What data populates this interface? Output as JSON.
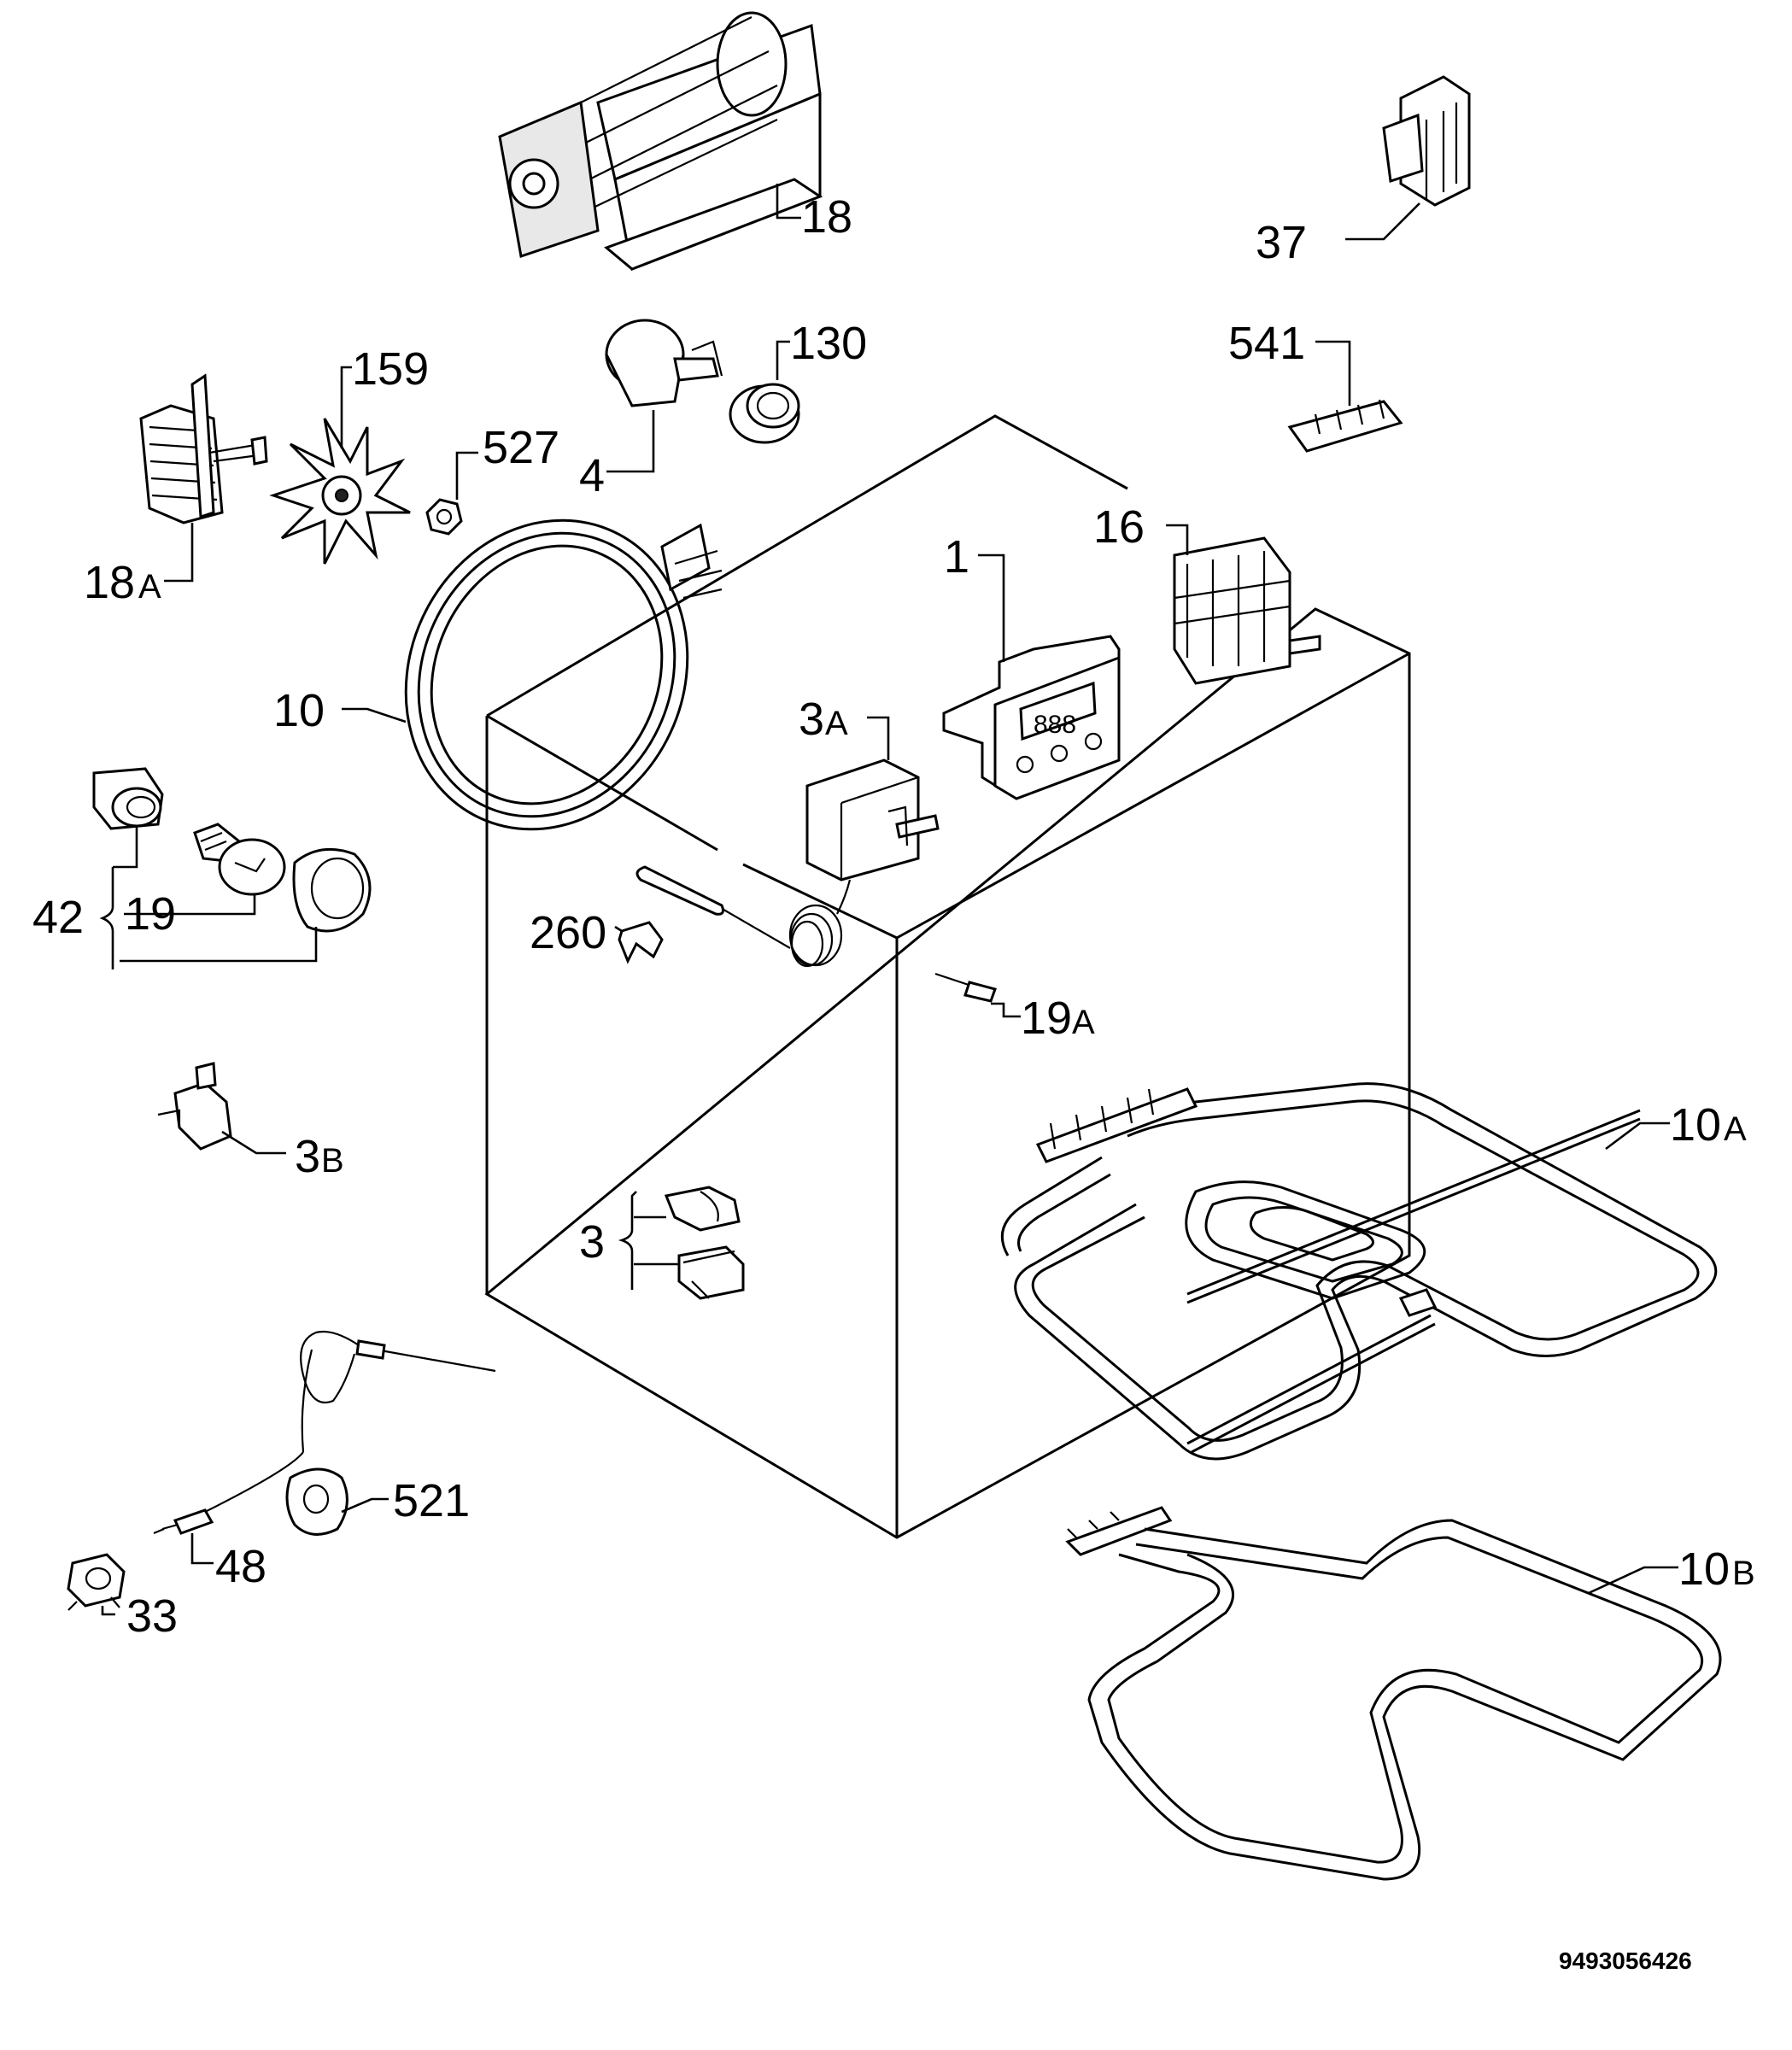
{
  "parts": {
    "p18": "18",
    "p37": "37",
    "p541": "541",
    "p159": "159",
    "p130": "130",
    "p527": "527",
    "p4": "4",
    "p18a": "18",
    "p18a_suffix": "A",
    "p16": "16",
    "p1": "1",
    "p10": "10",
    "p3a": "3",
    "p3a_suffix": "A",
    "p42": "42",
    "p19": "19",
    "p260": "260",
    "p19a": "19",
    "p19a_suffix": "A",
    "p10a": "10",
    "p10a_suffix": "A",
    "p3b": "3",
    "p3b_suffix": "B",
    "p3": "3",
    "p521": "521",
    "p48": "48",
    "p33": "33",
    "p10b": "10",
    "p10b_suffix": "B"
  },
  "drawing_code": "9493056426"
}
